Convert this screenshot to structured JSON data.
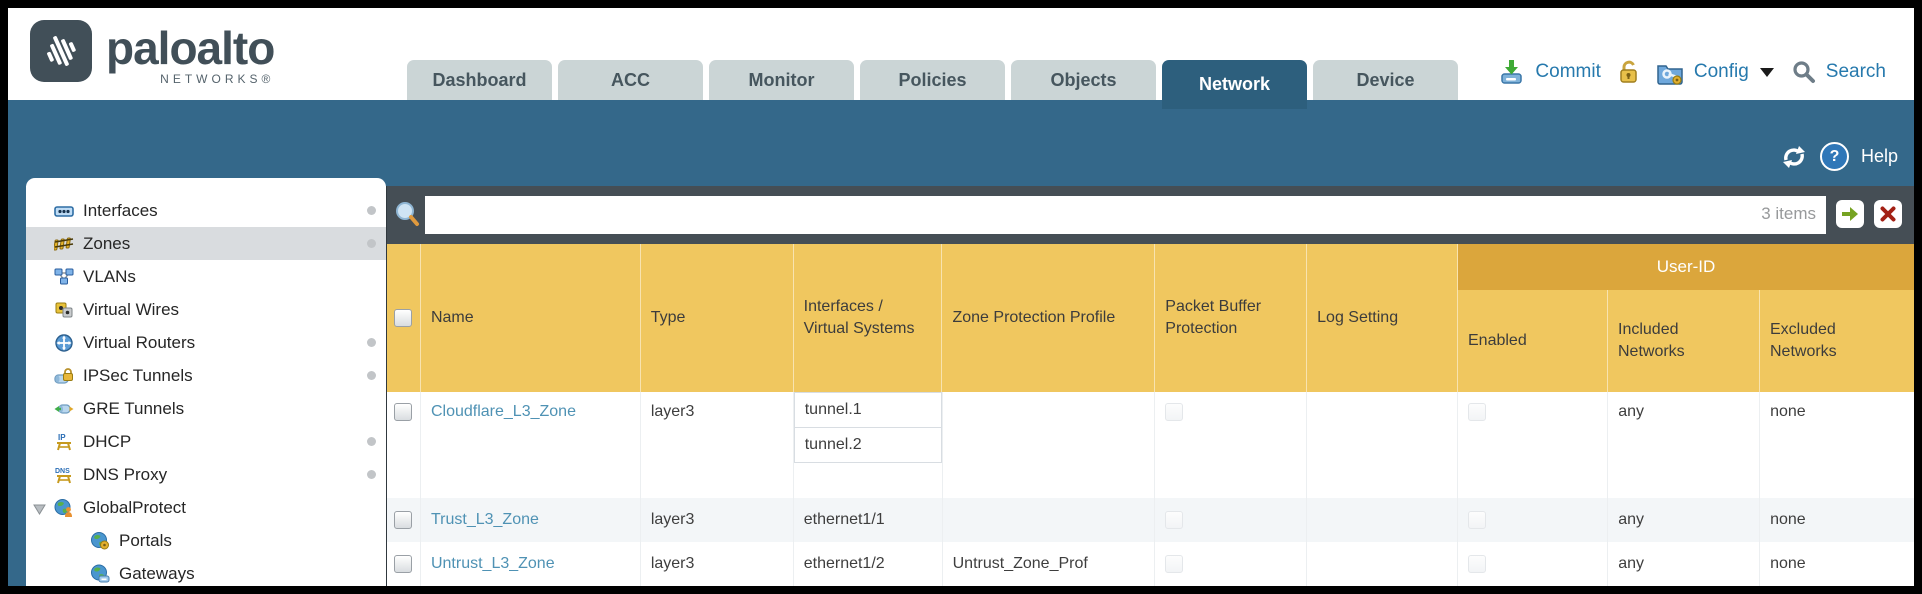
{
  "brand": {
    "name": "paloalto",
    "sub": "NETWORKS®"
  },
  "nav": {
    "tabs": [
      {
        "label": "Dashboard",
        "active": false
      },
      {
        "label": "ACC",
        "active": false
      },
      {
        "label": "Monitor",
        "active": false
      },
      {
        "label": "Policies",
        "active": false
      },
      {
        "label": "Objects",
        "active": false
      },
      {
        "label": "Network",
        "active": true
      },
      {
        "label": "Device",
        "active": false
      }
    ]
  },
  "toolbar": {
    "commit_label": "Commit",
    "config_label": "Config",
    "search_label": "Search",
    "icons": [
      "commit-download-icon",
      "lock-icon",
      "config-keys-icon",
      "caret-down-icon",
      "search-icon"
    ]
  },
  "band": {
    "help_label": "Help",
    "icons": [
      "refresh-icon",
      "help-icon"
    ]
  },
  "sidebar": {
    "items": [
      {
        "label": "Interfaces",
        "icon": "interfaces-icon",
        "dot": true,
        "selected": false
      },
      {
        "label": "Zones",
        "icon": "zones-icon",
        "dot": true,
        "selected": true
      },
      {
        "label": "VLANs",
        "icon": "vlans-icon",
        "dot": false,
        "selected": false
      },
      {
        "label": "Virtual Wires",
        "icon": "virtual-wires-icon",
        "dot": false,
        "selected": false
      },
      {
        "label": "Virtual Routers",
        "icon": "virtual-routers-icon",
        "dot": true,
        "selected": false
      },
      {
        "label": "IPSec Tunnels",
        "icon": "ipsec-tunnels-icon",
        "dot": true,
        "selected": false
      },
      {
        "label": "GRE Tunnels",
        "icon": "gre-tunnels-icon",
        "dot": false,
        "selected": false
      },
      {
        "label": "DHCP",
        "icon": "dhcp-icon",
        "dot": true,
        "selected": false
      },
      {
        "label": "DNS Proxy",
        "icon": "dns-proxy-icon",
        "dot": true,
        "selected": false
      },
      {
        "label": "GlobalProtect",
        "icon": "globalprotect-icon",
        "dot": false,
        "selected": false,
        "expanded": true
      },
      {
        "label": "Portals",
        "icon": "portals-icon",
        "dot": false,
        "selected": false,
        "indent": true
      },
      {
        "label": "Gateways",
        "icon": "gateways-icon",
        "dot": false,
        "selected": false,
        "indent": true
      }
    ]
  },
  "filter": {
    "value": "",
    "placeholder": "",
    "count": "3 items"
  },
  "table": {
    "group_header": "User-ID",
    "columns": {
      "name": "Name",
      "type": "Type",
      "interfaces": "Interfaces / Virtual Systems",
      "zone_protection_profile": "Zone Protection Profile",
      "packet_buffer_protection": "Packet Buffer Protection",
      "log_setting": "Log Setting"
    },
    "user_id_columns": {
      "enabled": "Enabled",
      "included_networks": "Included Networks",
      "excluded_networks": "Excluded Networks"
    },
    "rows": [
      {
        "name": "Cloudflare_L3_Zone",
        "type": "layer3",
        "interfaces": [
          "tunnel.1",
          "tunnel.2"
        ],
        "zone_protection_profile": "",
        "log_setting": "",
        "included_networks": "any",
        "excluded_networks": "none"
      },
      {
        "name": "Trust_L3_Zone",
        "type": "layer3",
        "interfaces": [
          "ethernet1/1"
        ],
        "zone_protection_profile": "",
        "log_setting": "",
        "included_networks": "any",
        "excluded_networks": "none"
      },
      {
        "name": "Untrust_L3_Zone",
        "type": "layer3",
        "interfaces": [
          "ethernet1/2"
        ],
        "zone_protection_profile": "Untrust_Zone_Prof",
        "log_setting": "",
        "included_networks": "any",
        "excluded_networks": "none"
      }
    ]
  },
  "colors": {
    "teal_band": "#34688a",
    "tab_active": "#2d5f7d",
    "tab_inactive": "#cbd5d6",
    "filter_bar": "#454e55",
    "header_gold": "#f0c75f",
    "header_gold_dark": "#dba63c",
    "link_blue": "#4f92b4",
    "toolbar_blue": "#2679ad",
    "selected_item_bg": "#d9dcdf",
    "alt_row": "#f3f6f8"
  }
}
